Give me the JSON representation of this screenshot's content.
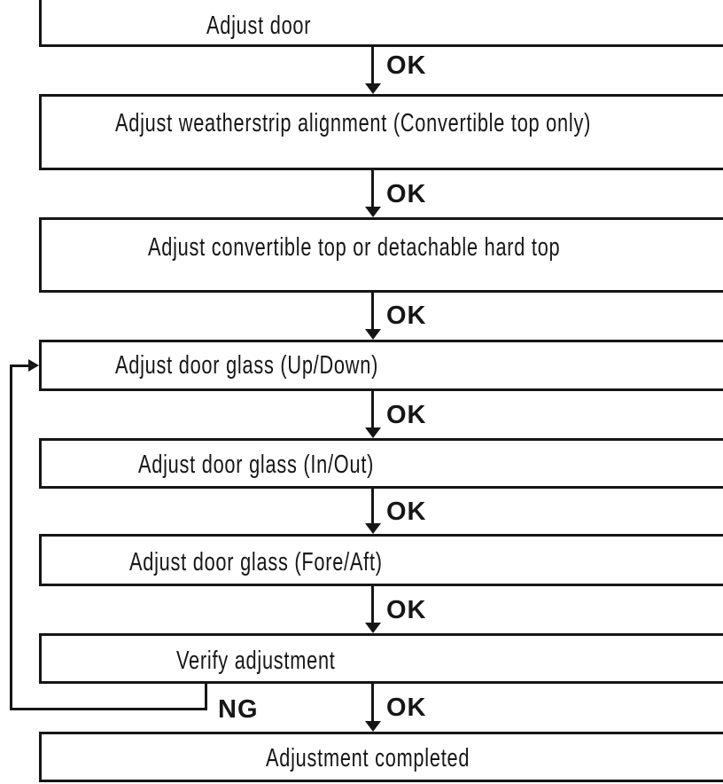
{
  "diagram": {
    "type": "flowchart",
    "steps": [
      {
        "label": "Adjust door"
      },
      {
        "label": "Adjust weatherstrip alignment (Convertible top only)"
      },
      {
        "label": "Adjust convertible top or detachable hard top"
      },
      {
        "label": "Adjust door glass (Up/Down)"
      },
      {
        "label": "Adjust door glass (In/Out)"
      },
      {
        "label": "Adjust door glass (Fore/Aft)"
      },
      {
        "label": "Verify adjustment"
      },
      {
        "label": "Adjustment completed"
      }
    ],
    "connector_labels": {
      "ok": "OK",
      "ng": "NG"
    },
    "flow": {
      "ok_path": "each step leads down to the next on OK",
      "ng_path": "Verify adjustment loops back to Adjust door glass (Up/Down) on NG"
    },
    "colors": {
      "line": "#161616",
      "background": "#ffffff"
    }
  }
}
